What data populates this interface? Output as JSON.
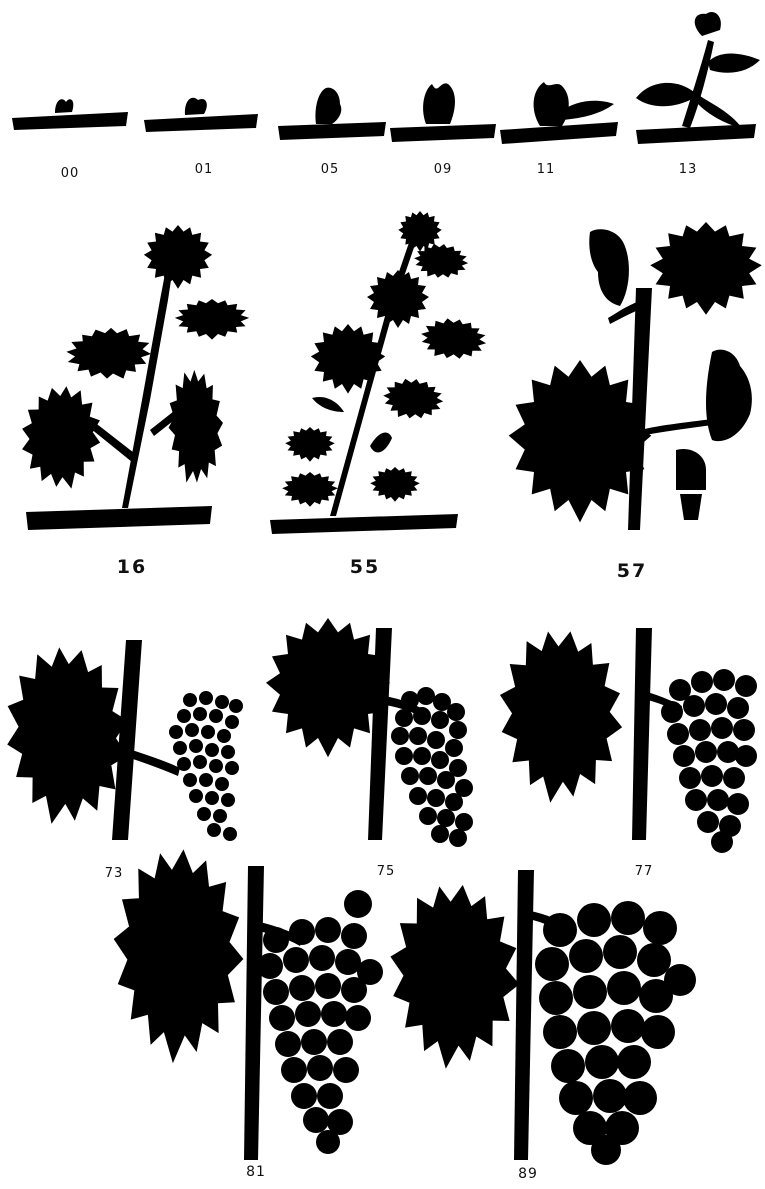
{
  "stages": [
    {
      "code": "00"
    },
    {
      "code": "01"
    },
    {
      "code": "05"
    },
    {
      "code": "09"
    },
    {
      "code": "11"
    },
    {
      "code": "13"
    },
    {
      "code": "16"
    },
    {
      "code": "55"
    },
    {
      "code": "57"
    },
    {
      "code": "73"
    },
    {
      "code": "75"
    },
    {
      "code": "77"
    },
    {
      "code": "81"
    },
    {
      "code": "89"
    }
  ],
  "colors": {
    "silhouette": "#000000",
    "background": "#ffffff"
  }
}
